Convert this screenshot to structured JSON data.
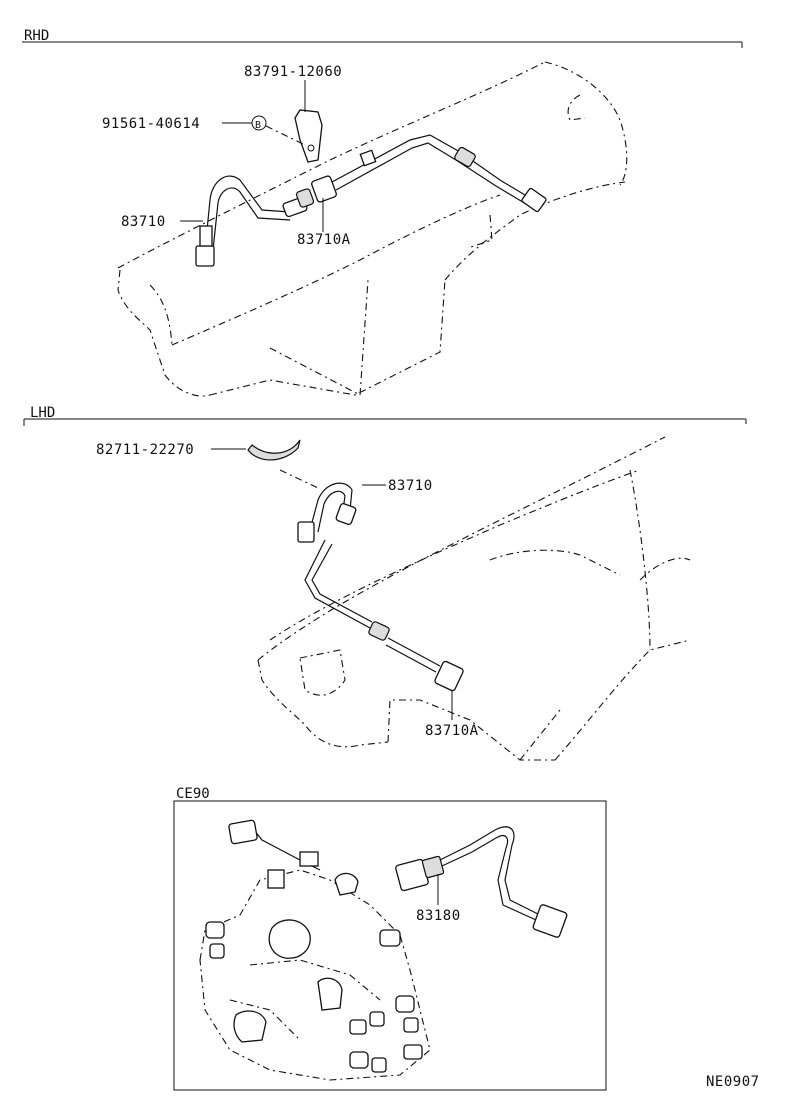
{
  "sections": {
    "rhd": "RHD",
    "lhd": "LHD",
    "ce90": "CE90"
  },
  "rhd_labels": {
    "bracket": "83791-12060",
    "bolt": "91561-40614",
    "bolt_marker": "B",
    "cable": "83710",
    "cable_a": "83710A"
  },
  "lhd_labels": {
    "clamp": "82711-22270",
    "cable": "83710",
    "cable_a": "83710A"
  },
  "ce90_labels": {
    "sensor": "83180"
  },
  "diagram_code": "NE0907"
}
